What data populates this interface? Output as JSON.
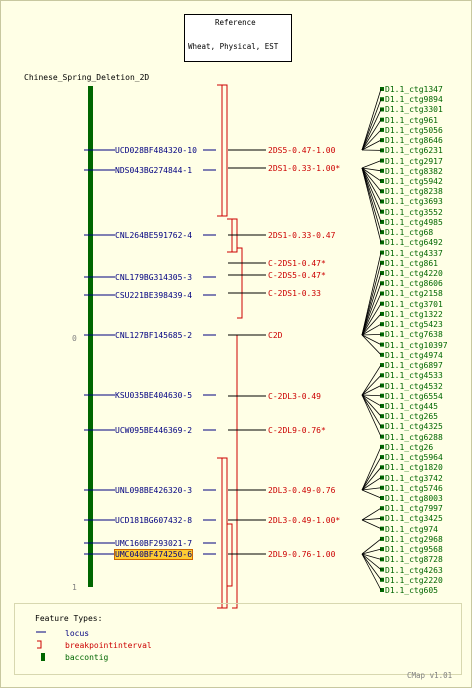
{
  "reference": {
    "title": "Reference",
    "subtitle": "Wheat, Physical, EST"
  },
  "map": {
    "name": "Chinese_Spring_Deletion_2D",
    "scale_start": "0",
    "scale_end": "1",
    "loci": [
      {
        "label": "UCD028BF484320-10",
        "color": "#000080"
      },
      {
        "label": "NDS043BG274844-1",
        "color": "#000080"
      },
      {
        "label": "CNL264BE591762-4",
        "color": "#000080"
      },
      {
        "label": "CNL179BG314305-3",
        "color": "#000080"
      },
      {
        "label": "CSU221BE398439-4",
        "color": "#000080"
      },
      {
        "label": "CNL127BF145685-2",
        "color": "#000080"
      },
      {
        "label": "KSU035BE404630-5",
        "color": "#000080"
      },
      {
        "label": "UCW095BE446369-2",
        "color": "#000080"
      },
      {
        "label": "UNL098BE426320-3",
        "color": "#000080"
      },
      {
        "label": "UCD181BG607432-8",
        "color": "#000080"
      },
      {
        "label": "UMC160BF293021-7",
        "color": "#000080"
      },
      {
        "label": "UMC040BF474250-6",
        "color": "#000080",
        "highlighted": true
      }
    ],
    "intervals": [
      {
        "label": "2DS5-0.47-1.00"
      },
      {
        "label": "2DS1-0.33-1.00*"
      },
      {
        "label": "2DS1-0.33-0.47"
      },
      {
        "label": "C-2DS1-0.47*"
      },
      {
        "label": "C-2DS5-0.47*"
      },
      {
        "label": "C-2DS1-0.33"
      },
      {
        "label": "C2D"
      },
      {
        "label": "C-2DL3-0.49"
      },
      {
        "label": "C-2DL9-0.76*"
      },
      {
        "label": "2DL3-0.49-0.76"
      },
      {
        "label": "2DL3-0.49-1.00*"
      },
      {
        "label": "2DL9-0.76-1.00"
      }
    ]
  },
  "contigs": [
    "D1.1_ctg1347",
    "D1.1_ctg9894",
    "D1.1_ctg3301",
    "D1.1_ctg961",
    "D1.1_ctg5056",
    "D1.1_ctg8646",
    "D1.1_ctg6231",
    "D1.1_ctg2917",
    "D1.1_ctg8382",
    "D1.1_ctg5942",
    "D1.1_ctg8238",
    "D1.1_ctg3693",
    "D1.1_ctg3552",
    "D1.1_ctg4985",
    "D1.1_ctg68",
    "D1.1_ctg6492",
    "D1.1_ctg4337",
    "D1.1_ctg861",
    "D1.1_ctg4220",
    "D1.1_ctg8606",
    "D1.1_ctg2158",
    "D1.1_ctg3701",
    "D1.1_ctg1322",
    "D1.1_ctg5423",
    "D1.1_ctg7638",
    "D1.1_ctg10397",
    "D1.1_ctg4974",
    "D1.1_ctg6897",
    "D1.1_ctg4533",
    "D1.1_ctg4532",
    "D1.1_ctg6554",
    "D1.1_ctg445",
    "D1.1_ctg265",
    "D1.1_ctg4325",
    "D1.1_ctg6288",
    "D1.1_ctg26",
    "D1.1_ctg5964",
    "D1.1_ctg1820",
    "D1.1_ctg3742",
    "D1.1_ctg5746",
    "D1.1_ctg8003",
    "D1.1_ctg7997",
    "D1.1_ctg3425",
    "D1.1_ctg974",
    "D1.1_ctg2968",
    "D1.1_ctg9568",
    "D1.1_ctg8728",
    "D1.1_ctg4263",
    "D1.1_ctg2220",
    "D1.1_ctg605"
  ],
  "legend": {
    "title": "Feature Types:",
    "items": [
      {
        "label": "locus",
        "color": "#000080"
      },
      {
        "label": "breakpointinterval",
        "color": "#cc0000"
      },
      {
        "label": "baccontig",
        "color": "#006600"
      }
    ]
  },
  "footer": "CMap v1.01",
  "colors": {
    "background": "#ffffe6",
    "locus": "#000080",
    "interval": "#cc0000",
    "contig": "#006600",
    "highlight": "#ffcc33"
  }
}
